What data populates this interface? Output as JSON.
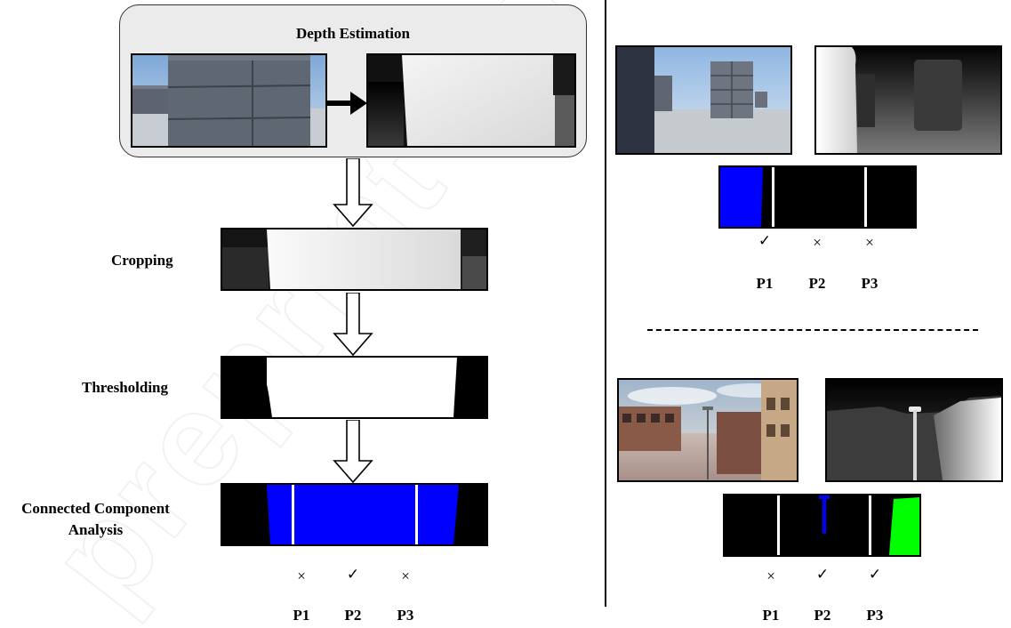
{
  "left": {
    "depth_estimation_title": "Depth Estimation",
    "steps": {
      "cropping": "Cropping",
      "thresholding": "Thresholding",
      "cca_line1": "Connected Component",
      "cca_line2": "Analysis"
    },
    "results": {
      "marks": [
        "×",
        "✓",
        "×"
      ],
      "labels": [
        "P1",
        "P2",
        "P3"
      ]
    }
  },
  "right_top": {
    "marks": [
      "✓",
      "×",
      "×"
    ],
    "labels": [
      "P1",
      "P2",
      "P3"
    ]
  },
  "right_bottom": {
    "marks": [
      "×",
      "✓",
      "✓"
    ],
    "labels": [
      "P1",
      "P2",
      "P3"
    ]
  },
  "colors": {
    "component_blue": "#0000ff",
    "component_green": "#00ff00",
    "box_fill": "#ebebeb"
  },
  "watermark_text": "preprint not peer"
}
